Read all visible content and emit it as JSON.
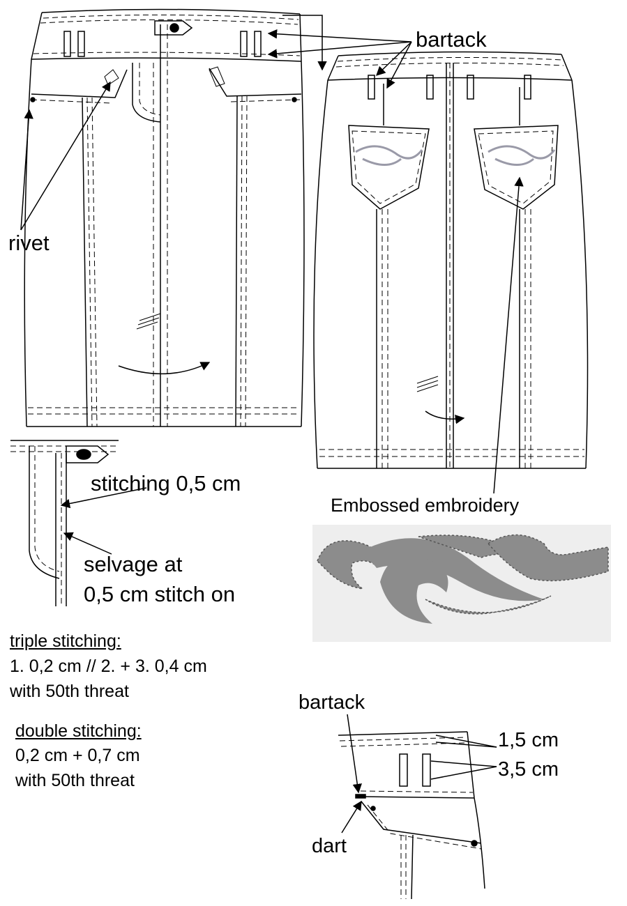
{
  "labels": {
    "bartack_top": "bartack",
    "rivet": "rivet",
    "stitching": "stitching 0,5 cm",
    "selvage_line1": "selvage at",
    "selvage_line2": "0,5 cm stitch on",
    "embroidery": "Embossed embroidery",
    "bartack_detail": "bartack",
    "dim_1": "1,5 cm",
    "dim_2": "3,5 cm",
    "dart": "dart"
  },
  "notes": {
    "triple": {
      "title": "triple stitching:",
      "line1": "1. 0,2 cm // 2. + 3. 0,4 cm",
      "line2": "with 50th threat"
    },
    "double": {
      "title": "double stitching:",
      "line1": "0,2 cm  +  0,7 cm",
      "line2": "with 50th threat"
    }
  },
  "colors": {
    "line": "#000000",
    "embroidery_fill": "#8c8c8c",
    "embroidery_bg": "#eeeeee",
    "pocket_embroidery": "#9a9aa8"
  }
}
